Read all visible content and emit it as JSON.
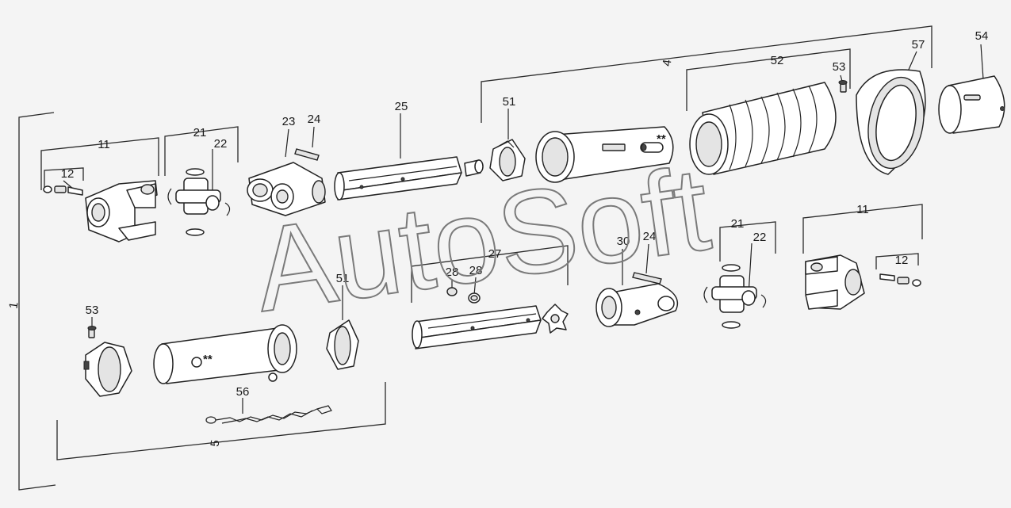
{
  "watermark": "AutoSoft",
  "labels": {
    "l1": "1",
    "l4": "4",
    "l5": "5",
    "l11a": "11",
    "l12a": "12",
    "l21a": "21",
    "l22a": "22",
    "l23": "23",
    "l24a": "24",
    "l25": "25",
    "l51a": "51",
    "l52": "52",
    "l53a": "53",
    "l57": "57",
    "l54": "54",
    "l21b": "21",
    "l22b": "22",
    "l11b": "11",
    "l12b": "12",
    "l30": "30",
    "l24b": "24",
    "l27": "27",
    "l28a": "28",
    "l28b": "28",
    "l51b": "51",
    "l53b": "53",
    "l56": "56",
    "star1": "**",
    "star2": "**"
  }
}
